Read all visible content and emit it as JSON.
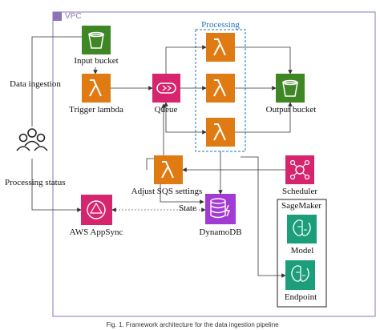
{
  "diagram": {
    "vpc_label": "VPC",
    "processing_label": "Processing",
    "sagemaker_label": "SageMaker",
    "nodes": {
      "input_bucket": "Input bucket",
      "trigger_lambda": "Trigger lambda",
      "queue": "Queue",
      "output_bucket": "Output bucket",
      "adjust_sqs": "Adjust SQS settings",
      "scheduler": "Scheduler",
      "appsync": "AWS AppSync",
      "dynamodb": "DynamoDB",
      "model": "Model",
      "endpoint": "Endpoint"
    },
    "edge_labels": {
      "data_ingestion": "Data ingestion",
      "processing_status": "Processing status",
      "state": "State"
    },
    "caption": "Fig. 1. Framework architecture for the data ingestion pipeline"
  },
  "colors": {
    "storage_green": "#3f8624",
    "compute_orange": "#e07b14",
    "integration_pink": "#d6246e",
    "db_purple": "#a23bd4",
    "ml_teal": "#1b9e79",
    "vpc_purple": "#8c73b8",
    "processing_blue": "#1f72b8"
  }
}
